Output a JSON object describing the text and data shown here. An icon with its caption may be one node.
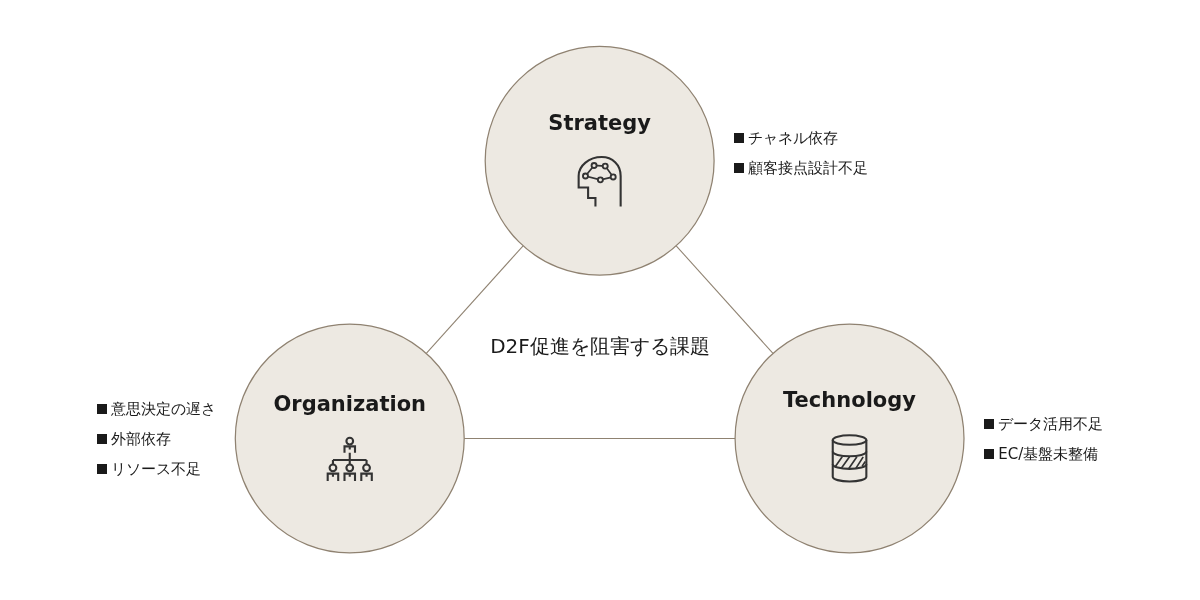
{
  "diagram": {
    "nodes": [
      {
        "text": [
          "Strategy"
        ],
        "beside": [
          "チャネル依存",
          "顧客接点設計不足"
        ]
      },
      {
        "text": [
          "Organization"
        ],
        "beside": [
          "意思決定の遅さ",
          "外部依存",
          "リソース不足"
        ]
      },
      {
        "text": [
          "Technology"
        ],
        "beside": [
          "データ活用不足",
          "EC/基盤未整備"
        ]
      }
    ],
    "edges": [
      {
        "from": 1,
        "to": 0,
        "arrow": "none"
      },
      {
        "from": 0,
        "to": 2,
        "arrow": "none"
      },
      {
        "from": 1,
        "to": 2,
        "arrow": "none"
      }
    ],
    "labels": [
      "D2F促進を阻害する課題"
    ]
  }
}
